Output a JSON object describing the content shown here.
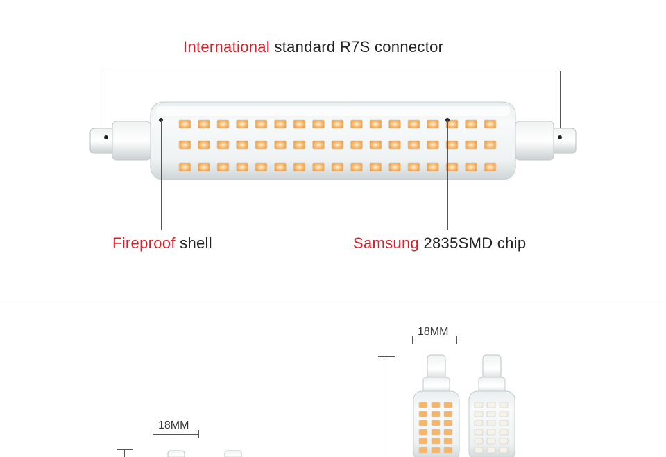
{
  "callouts": {
    "connector": {
      "highlight": "International",
      "rest": " standard R7S connector"
    },
    "shell": {
      "highlight": "Fireproof",
      "rest": " shell"
    },
    "chip": {
      "highlight": "Samsung",
      "rest": " 2835SMD chip"
    }
  },
  "dimensions": {
    "width_label_right": "18MM",
    "width_label_left": "18MM"
  },
  "colors": {
    "highlight": "#d9202a",
    "led_warm": "#f5b66b",
    "led_white": "#f4f2ea"
  }
}
